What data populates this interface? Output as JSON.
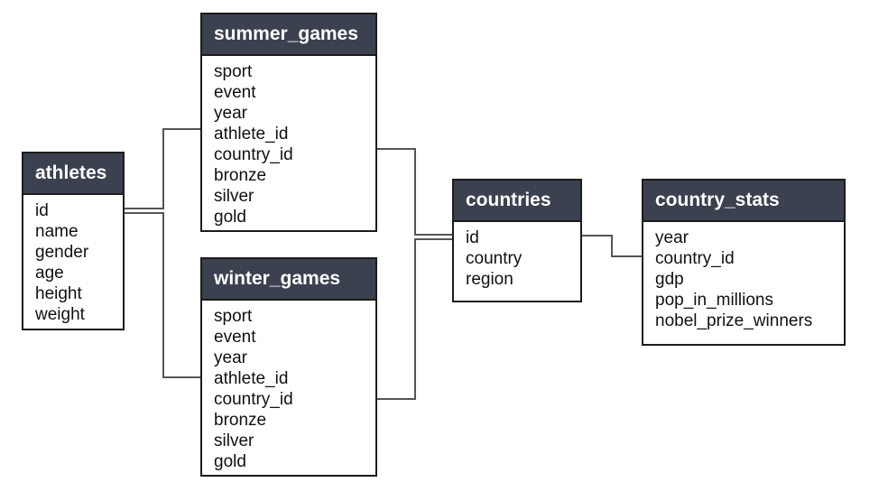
{
  "colors": {
    "header_bg": "#3c4150",
    "header_text": "#ffffff",
    "border": "#1c1c1c",
    "connector": "#555555"
  },
  "tables": {
    "athletes": {
      "title": "athletes",
      "fields": [
        "id",
        "name",
        "gender",
        "age",
        "height",
        "weight"
      ]
    },
    "summer_games": {
      "title": "summer_games",
      "fields": [
        "sport",
        "event",
        "year",
        "athlete_id",
        "country_id",
        "bronze",
        "silver",
        "gold"
      ]
    },
    "winter_games": {
      "title": "winter_games",
      "fields": [
        "sport",
        "event",
        "year",
        "athlete_id",
        "country_id",
        "bronze",
        "silver",
        "gold"
      ]
    },
    "countries": {
      "title": "countries",
      "fields": [
        "id",
        "country",
        "region"
      ]
    },
    "country_stats": {
      "title": "country_stats",
      "fields": [
        "year",
        "country_id",
        "gdp",
        "pop_in_millions",
        "nobel_prize_winners"
      ]
    }
  },
  "relationships": [
    {
      "from": "athletes",
      "to": "summer_games"
    },
    {
      "from": "athletes",
      "to": "winter_games"
    },
    {
      "from": "summer_games",
      "to": "countries"
    },
    {
      "from": "winter_games",
      "to": "countries"
    },
    {
      "from": "countries",
      "to": "country_stats"
    }
  ]
}
